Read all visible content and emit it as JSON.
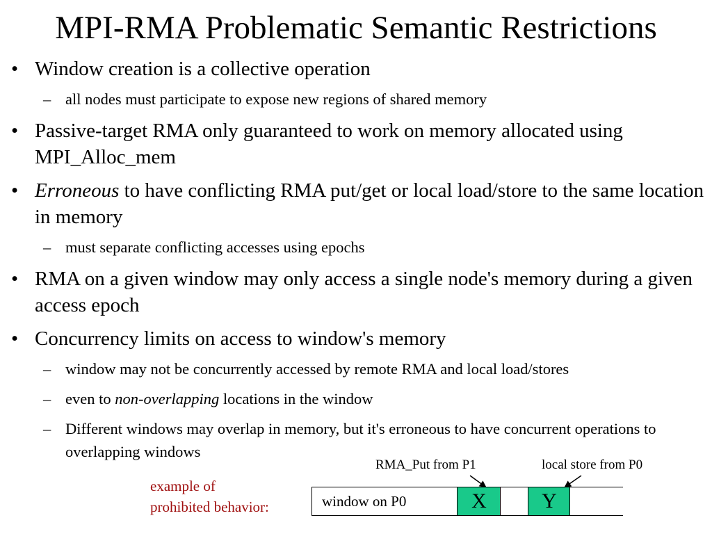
{
  "slide": {
    "title": "MPI-RMA Problematic Semantic Restrictions",
    "bullet_mark": "•",
    "sub_mark": "–"
  },
  "bullets": {
    "b1": "Window creation is a collective operation",
    "b1_s1": "all nodes must participate to expose new regions of shared memory",
    "b2": "Passive-target RMA only guaranteed to work on memory allocated using MPI_Alloc_mem",
    "b3_em": "Erroneous",
    "b3_rest": " to have conflicting RMA put/get or local load/store to the same location in memory",
    "b3_s1": "must separate conflicting accesses using epochs",
    "b4": "RMA on a given window may only access a single node's memory during a given access epoch",
    "b5": "Concurrency limits on access to window's memory",
    "b5_s1": "window may not be concurrently accessed by remote RMA and local load/stores",
    "b5_s2_pre": "even to ",
    "b5_s2_em": "non-overlapping",
    "b5_s2_post": " locations in the window",
    "b5_s3": "Different windows may overlap in memory, but it's erroneous to have concurrent operations to overlapping windows"
  },
  "diagram": {
    "example_line1": "example of",
    "example_line2": "prohibited behavior:",
    "put_label": "RMA_Put from P1",
    "store_label": "local store from P0",
    "window_label": "window on P0",
    "cell_x": "X",
    "cell_y": "Y",
    "example_color": "#a01010",
    "highlight_color": "#19c98a"
  }
}
